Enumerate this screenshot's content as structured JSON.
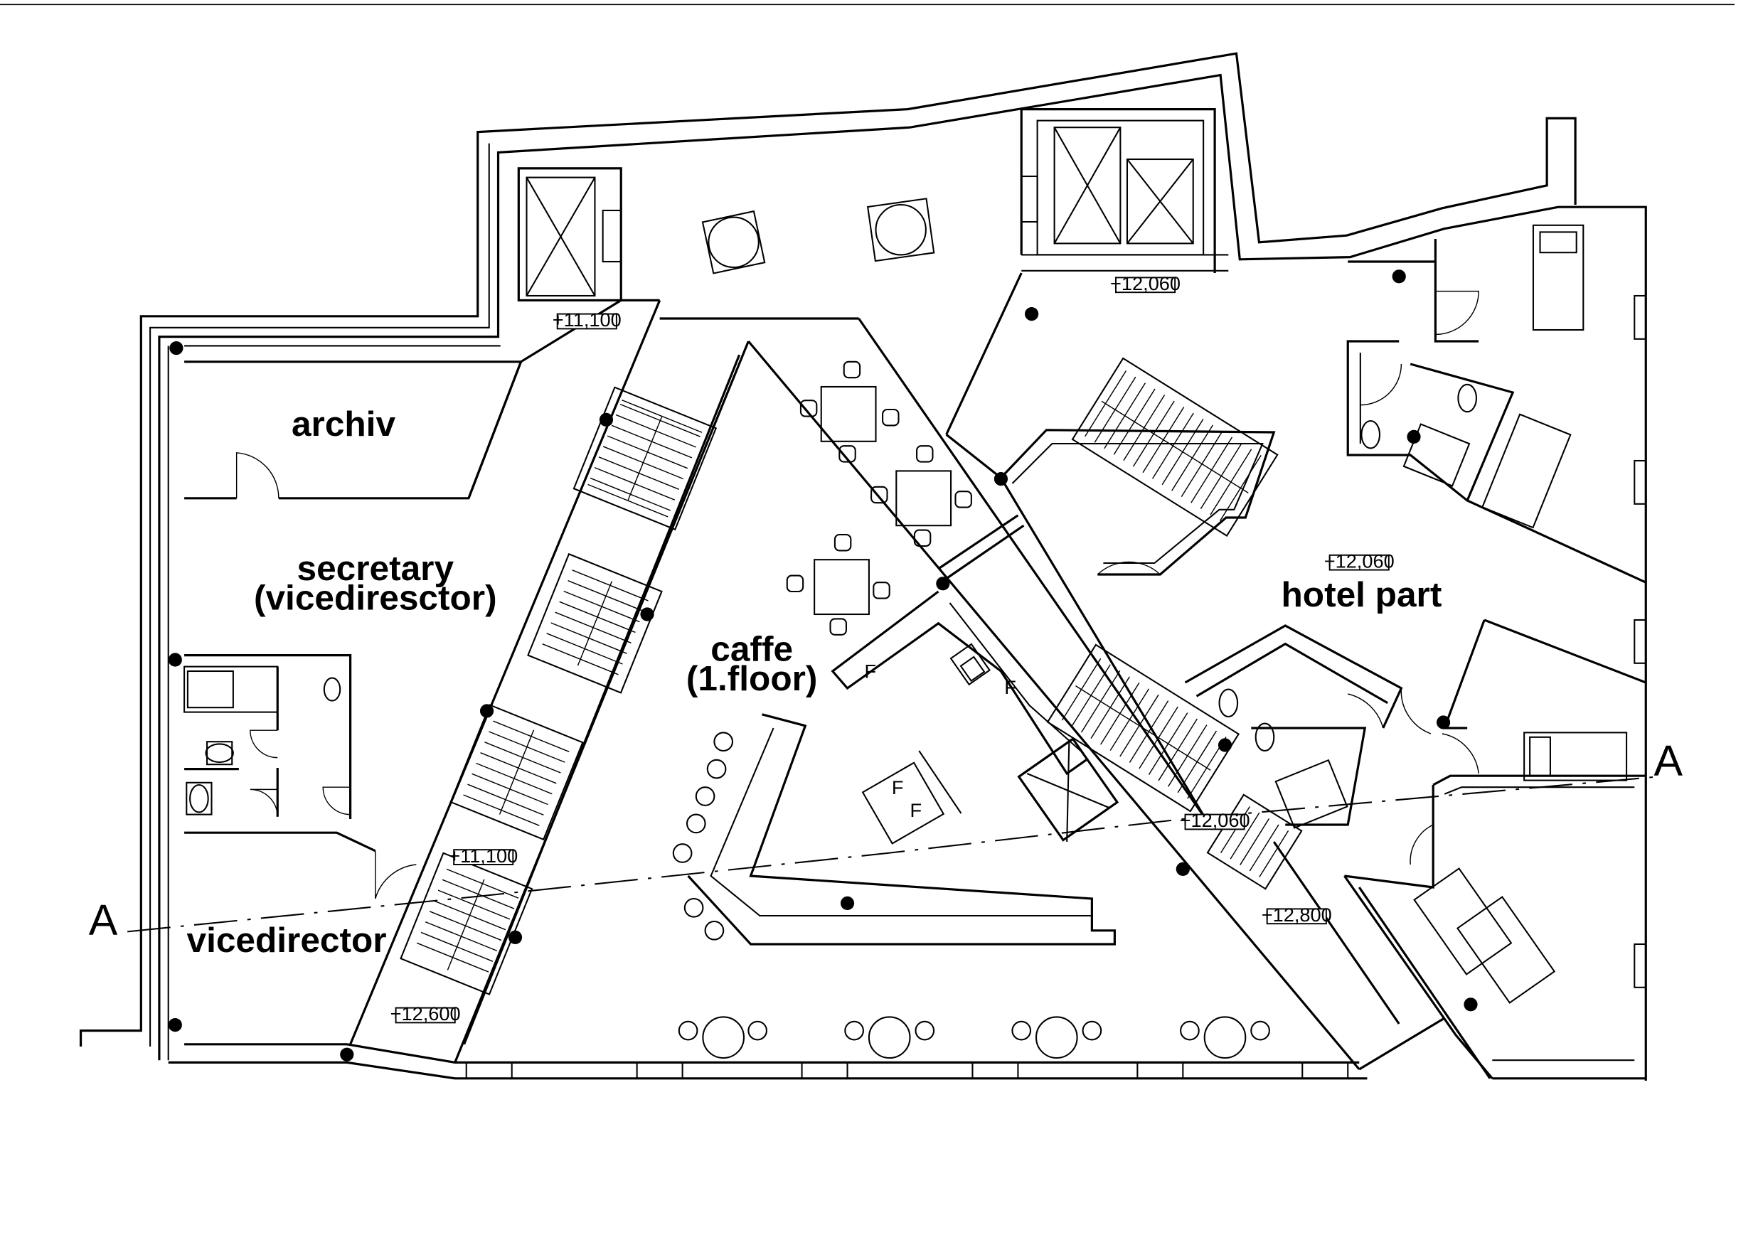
{
  "rooms": {
    "archiv": "archiv",
    "secretary_line1": "secretary",
    "secretary_line2": "(vicediresctor)",
    "vicedirector": "vicedirector",
    "caffe_line1": "caffe",
    "caffe_line2": "(1.floor)",
    "hotel": "hotel part"
  },
  "levels": {
    "l1": "+11,100",
    "l2": "+12,060",
    "l3": "+12,060",
    "l4": "+11,100",
    "l5": "+12,600",
    "l6": "+12,060",
    "l7": "+12,800"
  },
  "section": {
    "left": "A",
    "right": "A"
  },
  "fixtures": {
    "fridge": "F"
  }
}
